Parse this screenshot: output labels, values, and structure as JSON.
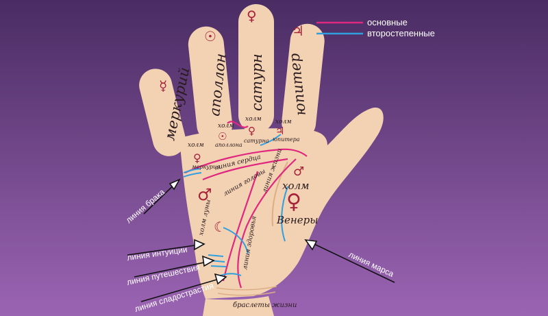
{
  "colors": {
    "bg_top": "#4a2c63",
    "bg_bottom": "#9b64b3",
    "skin": "#f3d2b3",
    "skin_shadow": "#dcae86",
    "main_line": "#e0267f",
    "secondary_line": "#2f9fe0",
    "symbol": "#a8203a"
  },
  "legend": {
    "main": "основные",
    "secondary": "второстепенные"
  },
  "fingers": {
    "mercury": "меркурий",
    "apollo": "аполлон",
    "saturn": "сатурн",
    "jupiter": "юпитер"
  },
  "mounts": {
    "word": "холм",
    "mercury": "меркурия",
    "apollo": "аполлона",
    "saturn": "сатурна",
    "jupiter": "юпитера",
    "luna": "холм луны",
    "venus_word": "холм",
    "venus": "Венеры"
  },
  "palm_lines": {
    "heart": "линия сердца",
    "head": "линия головы",
    "life": "линия жизни",
    "health": "линия здоровья",
    "bracelets": "браслеты жизни"
  },
  "side_labels": {
    "marriage": "линия брака",
    "intuition": "линия интуиции",
    "travel": "линия путешествия",
    "voluptuousness": "линия сладострастия",
    "mars": "линия марса"
  },
  "icons": {
    "mercury_symbol": "mercury-symbol-icon",
    "sun_symbol": "sun-symbol-icon",
    "saturn_symbol": "saturn-symbol-icon",
    "jupiter_symbol": "jupiter-symbol-icon",
    "mars_symbol": "mars-symbol-icon",
    "venus_symbol": "venus-symbol-icon",
    "moon_symbol": "moon-symbol-icon"
  }
}
